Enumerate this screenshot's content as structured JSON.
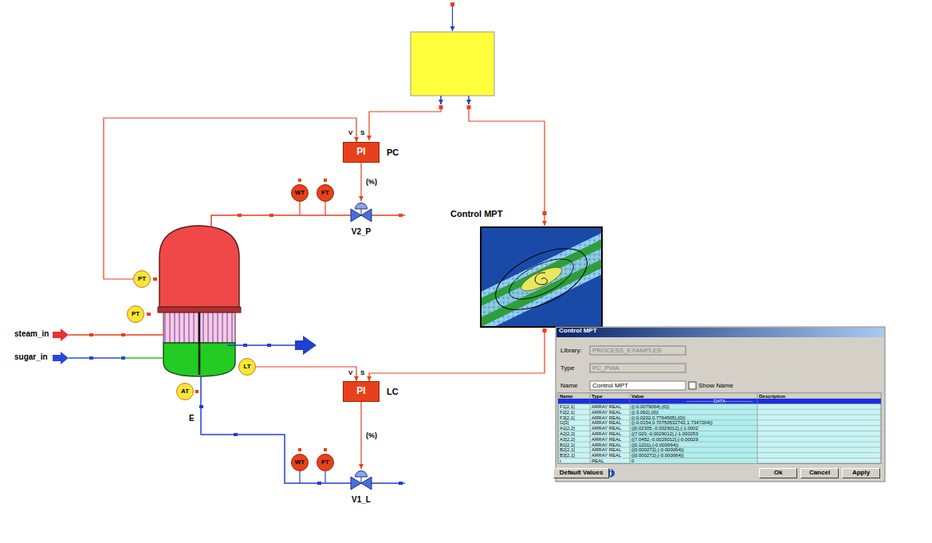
{
  "diagram": {
    "nodes": [
      {
        "text": [
          "PI",
          "PC"
        ]
      },
      {
        "text": [
          "WT"
        ]
      },
      {
        "text": [
          "FT"
        ]
      },
      {
        "text": [
          "V2_P"
        ]
      },
      {
        "text": [
          "PT"
        ]
      },
      {
        "text": [
          "PT"
        ]
      },
      {
        "text": [
          "LT"
        ]
      },
      {
        "text": [
          "AT"
        ]
      },
      {
        "text": [
          "PI",
          "LC"
        ]
      },
      {
        "text": [
          "WT"
        ]
      },
      {
        "text": [
          "FT"
        ]
      },
      {
        "text": [
          "V1_L"
        ]
      },
      {
        "text": [
          "Control MPT"
        ]
      },
      {
        "text": [
          "Control MPT"
        ]
      },
      {
        "text": [
          "Default Values"
        ],
        "in": 13
      },
      {
        "text": [
          "Ok"
        ],
        "in": 13
      },
      {
        "text": [
          "Cancel"
        ],
        "in": 13
      },
      {
        "text": [
          "Apply"
        ],
        "in": 13
      }
    ],
    "edges": [
      {
        "from": 4,
        "to": 0,
        "arrow": "to"
      },
      {
        "from": 0,
        "to": 3,
        "label": "(%)",
        "arrow": "to"
      },
      {
        "from": 6,
        "to": 8,
        "arrow": "to"
      },
      {
        "from": 8,
        "to": 11,
        "label": "(%)",
        "arrow": "to"
      },
      {
        "from": 12,
        "to": 8,
        "arrow": "to"
      }
    ],
    "labels": [
      "V",
      "S",
      "steam_in",
      "sugar_in",
      "E",
      "V",
      "S",
      "Library:",
      "PROCESS_EXAMPLES",
      "Type",
      "PC_PWA",
      "Name",
      "Control MPT",
      "Show Name",
      "Name",
      "Type",
      "Value",
      "Description",
      "-----------------DATA-----------------",
      "F1[2,1]",
      "ARRAY REAL",
      "{{-0.0079064},{0}}",
      "F2[2,1]",
      "ARRAY REAL",
      "{{-3.092},{0}}",
      "F3[2,1]",
      "ARRAY REAL",
      "{{-0.0202,0.7764505},{0}}",
      "G[3]",
      "ARRAY REAL",
      "{{-0.0154,0.70750532742,1.7347204}}",
      "A1[2,2]",
      "ARRAY REAL",
      "{{0.02305,-0.0029012},{-1.0002",
      "A2[2,2]",
      "ARRAY REAL",
      "{{7.020,-0.0029012},{-1.000253",
      "A3[2,2]",
      "ARRAY REAL",
      "{{7.0452,-0.0029012},{-0.00029",
      "B1[2,1]",
      "ARRAY REAL",
      "{{0.1201},{-0.000064}}",
      "B2[2,1]",
      "ARRAY REAL",
      "{{0.000272},{-0.000064}}",
      "B3[2,1]",
      "ARRAY REAL",
      "{{0.000272},{-0.000064}}",
      "t",
      "REAL",
      "0"
    ]
  }
}
